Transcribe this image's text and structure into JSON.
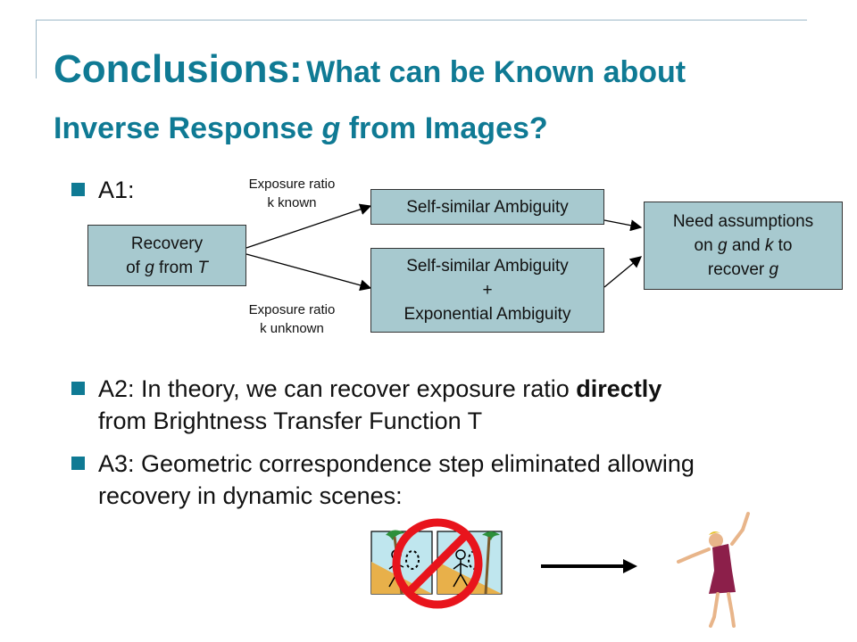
{
  "title": {
    "main": "Conclusions:",
    "rest_line1": "What can be Known about",
    "line2_pre": "Inverse Response ",
    "line2_var": "g",
    "line2_post": " from Images?"
  },
  "a1": {
    "label": "A1:",
    "recovery_box": {
      "line1": "Recovery",
      "line2_pre": "of ",
      "var_g": "g",
      "line2_mid": " from ",
      "var_t": "T"
    },
    "label_known": {
      "line1": "Exposure ratio",
      "line2": "k known"
    },
    "label_unknown": {
      "line1": "Exposure ratio",
      "line2": "k unknown"
    },
    "box_self_similar": "Self-similar Ambiguity",
    "box_combined": {
      "line1": "Self-similar Ambiguity",
      "line2": "+",
      "line3": "Exponential Ambiguity"
    },
    "box_need": {
      "line1": "Need assumptions",
      "line2_pre": "on ",
      "var_g": "g",
      "line2_mid": " and ",
      "var_k": "k",
      "line2_post": " to",
      "line3_pre": "recover ",
      "var_g2": "g"
    }
  },
  "a2": {
    "text_pre": "A2: In theory, we can recover exposure ratio ",
    "bold": "directly",
    "text_line2": "from Brightness Transfer Function T"
  },
  "a3": {
    "line1": "A3: Geometric correspondence step eliminated allowing",
    "line2": "recovery in dynamic scenes:"
  },
  "colors": {
    "accent": "#0f7a94",
    "box_fill": "#a7c9cf",
    "prohibit": "#e8141c"
  },
  "icons": [
    "bullet-square-icon",
    "prohibition-icon",
    "stick-figure-icon",
    "palm-tree-icon",
    "dancer-icon",
    "arrow-right-icon"
  ]
}
